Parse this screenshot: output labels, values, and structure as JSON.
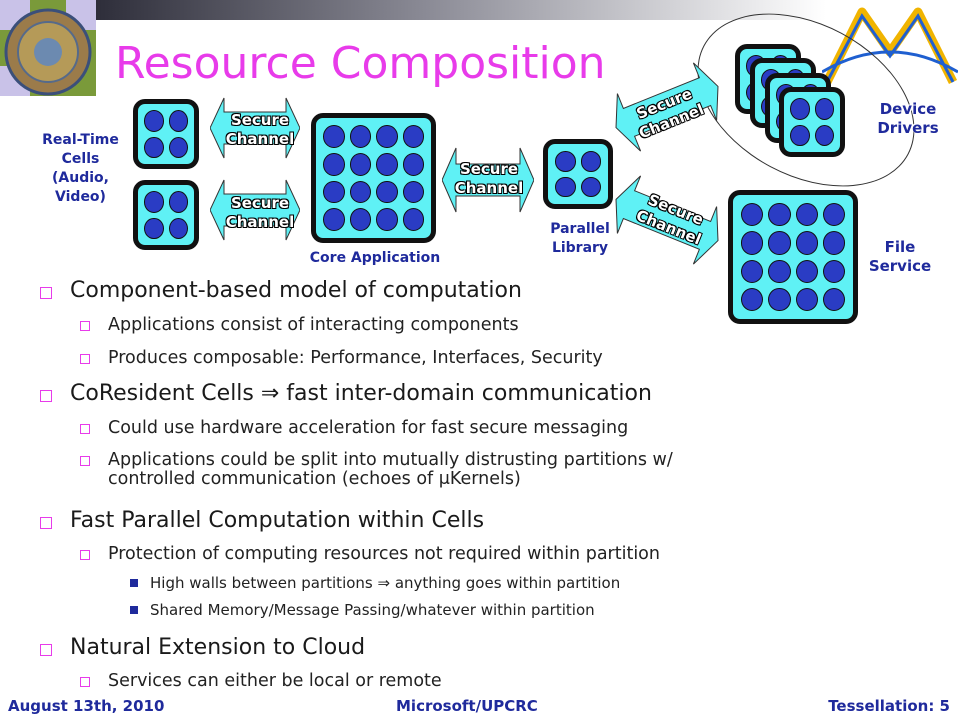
{
  "title": "Resource Composition",
  "diagram": {
    "channel_label": [
      "Secure",
      "Channel"
    ],
    "labels": {
      "realtime": [
        "Real-Time",
        "Cells",
        "(Audio,",
        "Video)"
      ],
      "core": "Core Application",
      "parallel": [
        "Parallel",
        "Library"
      ],
      "drivers": [
        "Device",
        "Drivers"
      ],
      "file": [
        "File",
        "Service"
      ]
    }
  },
  "bullets": [
    {
      "text": "Component-based model of computation"
    },
    {
      "text": "Applications consist of interacting components"
    },
    {
      "text": "Produces composable: Performance, Interfaces, Security"
    },
    {
      "text": "CoResident Cells ⇒ fast inter-domain communication"
    },
    {
      "text": "Could use hardware acceleration for fast secure messaging"
    },
    {
      "text": "Applications could be split into mutually distrusting partitions w/"
    },
    {
      "text": "controlled communication (echoes of μKernels)"
    },
    {
      "text": "Fast Parallel Computation within Cells"
    },
    {
      "text": "Protection of computing resources not required within partition"
    },
    {
      "text": "High walls between partitions ⇒ anything goes within partition"
    },
    {
      "text": "Shared Memory/Message Passing/whatever within partition"
    },
    {
      "text": "Natural Extension to Cloud"
    },
    {
      "text": "Services can either be local or remote"
    }
  ],
  "footer": {
    "date": "August 13th, 2010",
    "org": "Microsoft/UPCRC",
    "page": "Tessellation: 5"
  },
  "colors": {
    "title": "#e83bea",
    "cell": "#5ff1f5",
    "dot": "#2a3cc4",
    "accent": "#1f2a9c"
  }
}
